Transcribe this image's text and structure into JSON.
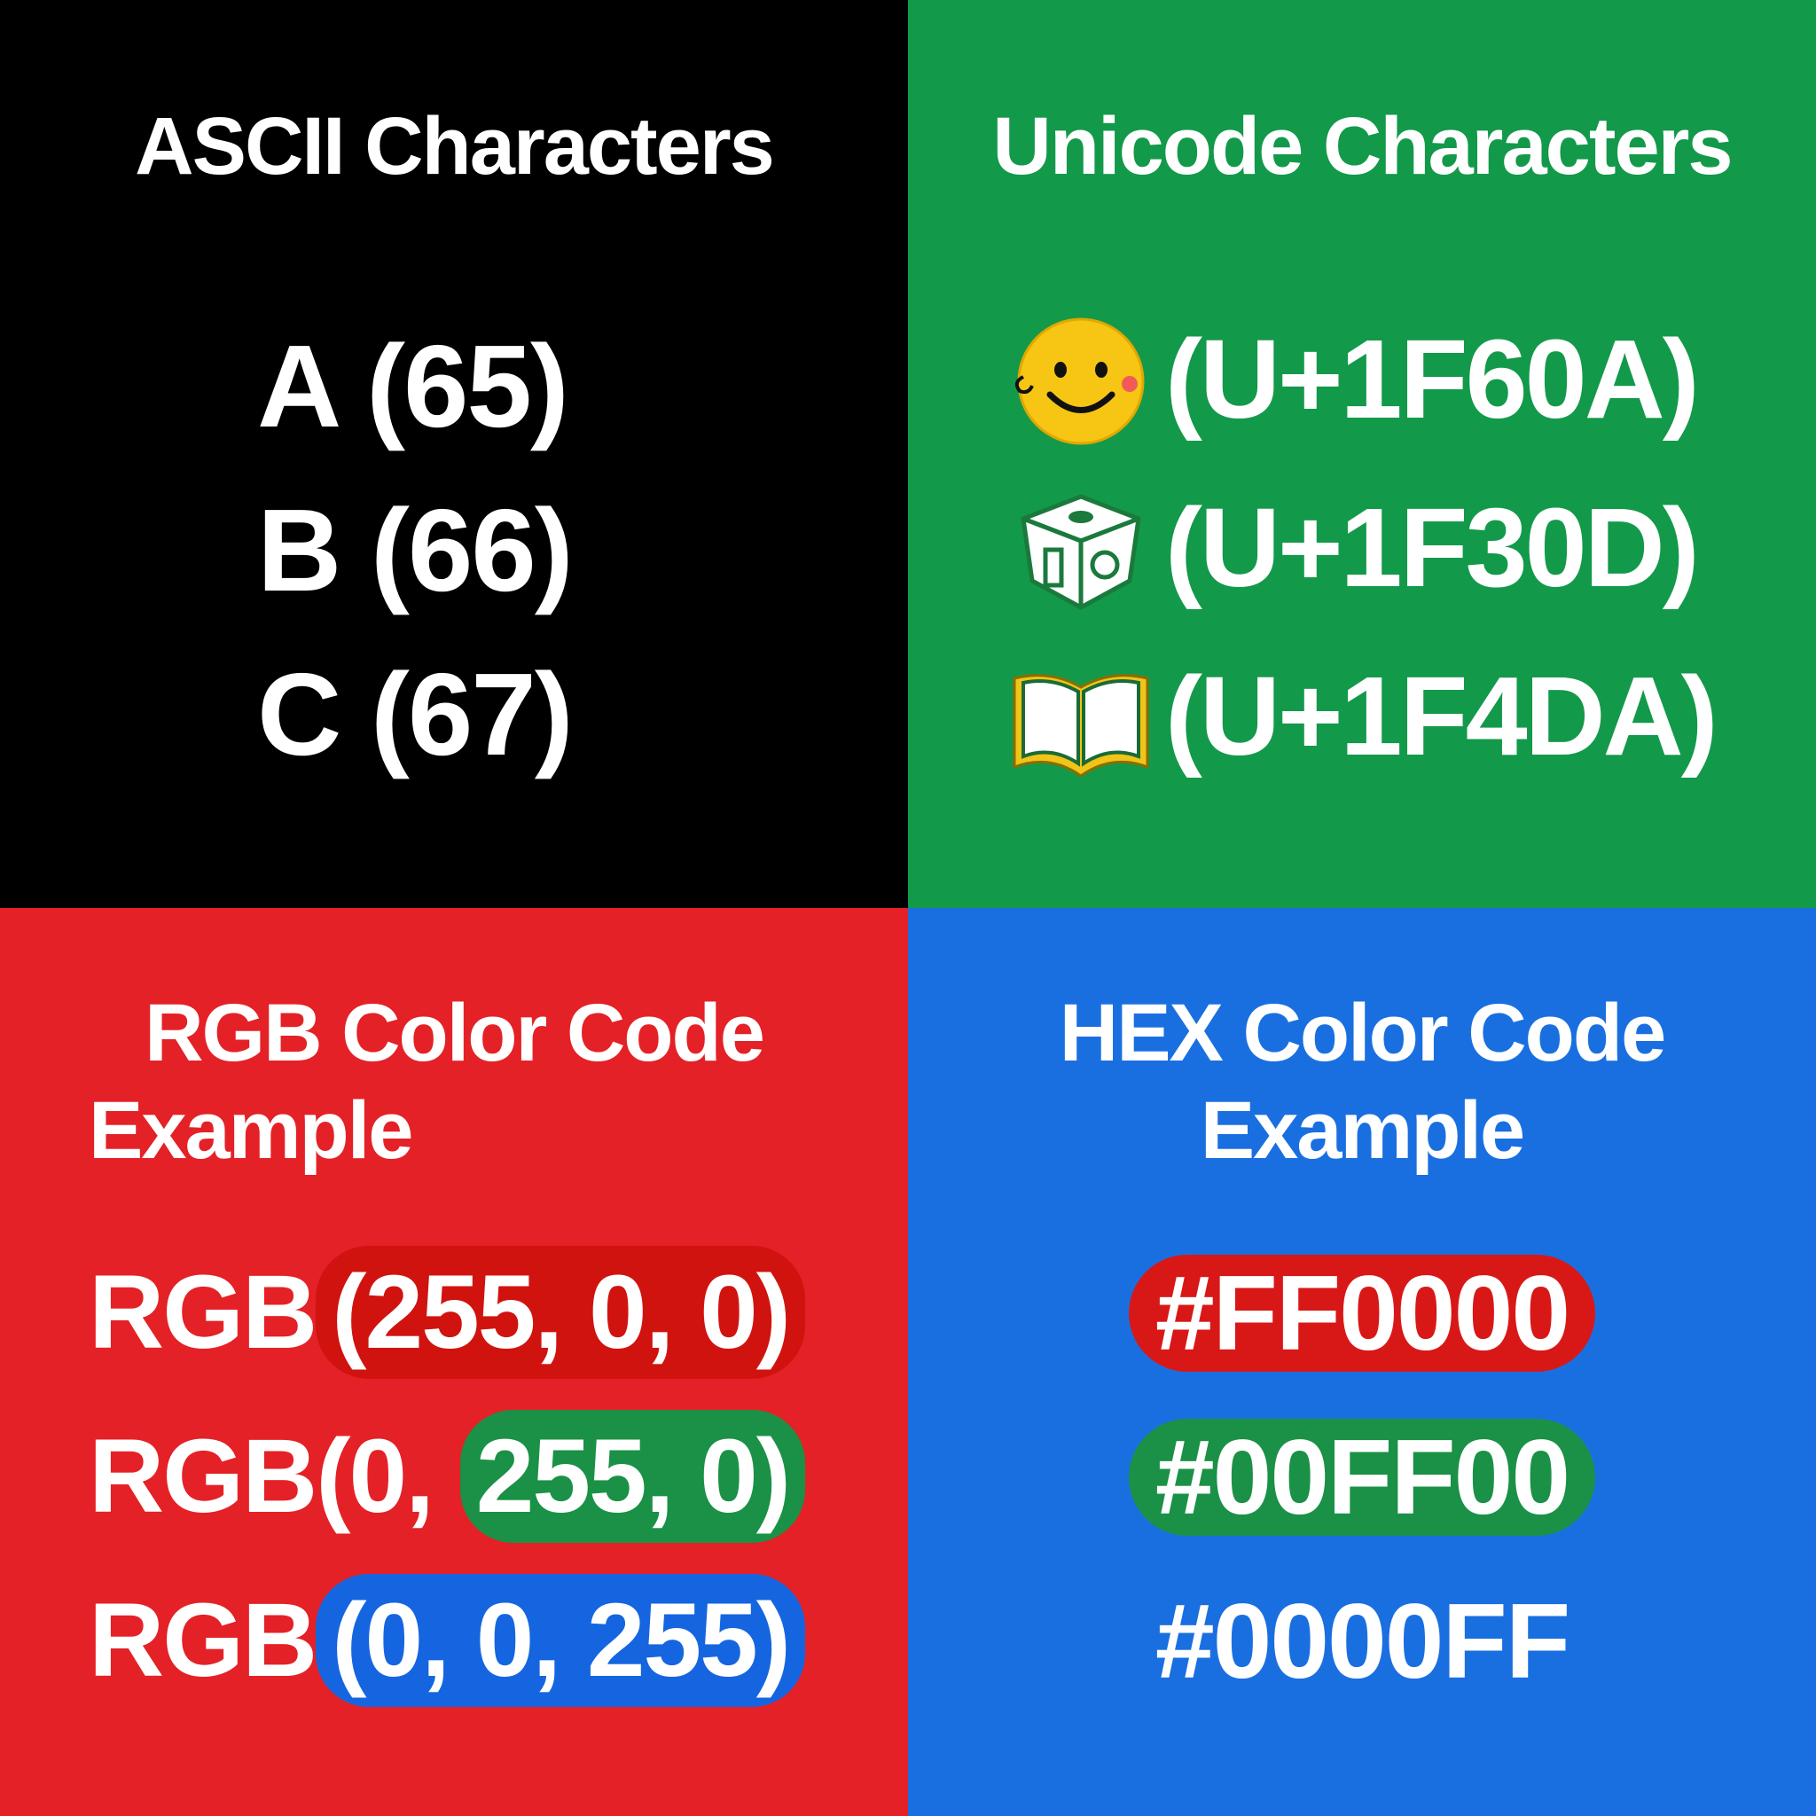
{
  "ascii": {
    "title": "ASCII Characters",
    "rows": [
      "A (65)",
      "B (66)",
      "C (67)"
    ]
  },
  "unicode": {
    "title": "Unicode Characters",
    "rows": [
      {
        "icon": "smiling-face-icon",
        "code": "(U+1F60A)"
      },
      {
        "icon": "cube-box-icon",
        "code": "(U+1F30D)"
      },
      {
        "icon": "open-book-icon",
        "code": "(U+1F4DA)"
      }
    ]
  },
  "rgb": {
    "title_line1": "RGB Color Code",
    "title_line2": "Example",
    "rows": [
      {
        "prefix": "RGB",
        "highlighted": "(255, 0, 0)",
        "highlight_color": "#d0130f"
      },
      {
        "prefix": "RGB(0, ",
        "highlighted": "255, 0)",
        "highlight_color": "#1a9146"
      },
      {
        "prefix": "RGB",
        "highlighted": "(0, 0, 255)",
        "highlight_color": "#1565e0"
      }
    ]
  },
  "hex": {
    "title_line1": "HEX Color Code",
    "title_line2": "Example",
    "rows": [
      {
        "code": "#FF0000",
        "highlight_color": "#d81817"
      },
      {
        "code": "#00FF00",
        "highlight_color": "#1a9146"
      },
      {
        "code": "#0000FF",
        "highlight_color": ""
      }
    ]
  },
  "colors": {
    "ascii_bg": "#000000",
    "unicode_bg": "#13994a",
    "rgb_bg": "#e42126",
    "hex_bg": "#1a6fe0"
  }
}
